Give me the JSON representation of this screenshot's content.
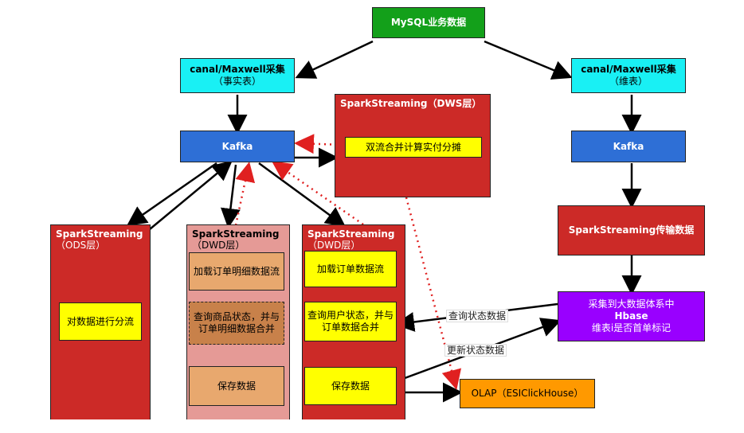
{
  "nodes": {
    "mysql": "MySQL业务数据",
    "canal_fact": {
      "line1": "canal/Maxwell采集",
      "line2": "（事实表）"
    },
    "canal_dim": {
      "line1": "canal/Maxwell采集",
      "line2": "（维表）"
    },
    "kafka_left": "Kafka",
    "kafka_right": "Kafka",
    "dws_panel": {
      "title": "SparkStreaming（DWS层）",
      "inner": "双流合并计算实付分摊"
    },
    "ods_panel": {
      "title": "SparkStreaming",
      "sub": "（ODS层）",
      "inner": "对数据进行分流"
    },
    "dwd1_panel": {
      "title": "SparkStreaming",
      "sub": "（DWD层）",
      "box1": "加载订单明细数据流",
      "box2": "查询商品状态，并与订单明细数据合并",
      "box3": "保存数据"
    },
    "dwd2_panel": {
      "title": "SparkStreaming",
      "sub": "（DWD层）",
      "box1": "加载订单数据流",
      "box2": "查询用户状态，并与订单数据合并",
      "box3": "保存数据"
    },
    "spark_transfer": "SparkStreaming传输数据",
    "hbase": {
      "line1": "采集到大数据体系中",
      "line2": "Hbase",
      "line3": "维表i是否首单标记"
    },
    "olap": "OLAP（ESIClickHouse）"
  },
  "edge_labels": {
    "query_state": "查询状态数据",
    "update_state": "更新状态数据"
  },
  "colors": {
    "green": "#13a01a",
    "cyan": "#19f0f4",
    "blue": "#2e6fd6",
    "red": "#cc2a27",
    "pink": "#e59a96",
    "yellow": "#ffff00",
    "orange": "#ff9900",
    "purple": "#9900ff"
  }
}
